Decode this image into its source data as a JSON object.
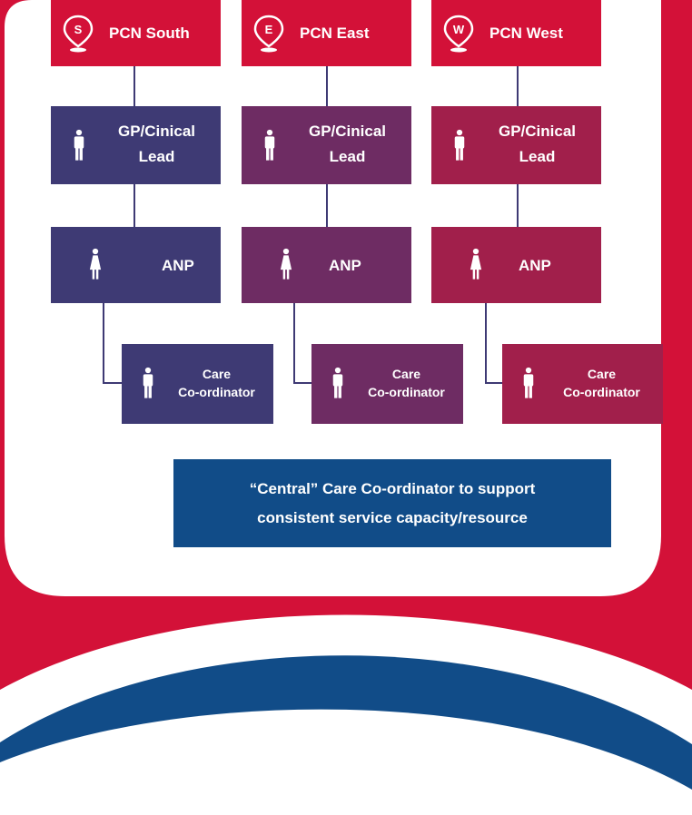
{
  "colors": {
    "red": "#d31138",
    "navy": "#114c88",
    "south": "#3e3a74",
    "east": "#6e2c63",
    "west": "#a11f4b",
    "connector": "#3e3a74",
    "panel": "#ffffff"
  },
  "pcns": [
    {
      "label": "PCN South",
      "pin_letter": "S"
    },
    {
      "label": "PCN East",
      "pin_letter": "E"
    },
    {
      "label": "PCN West",
      "pin_letter": "W"
    }
  ],
  "roles": {
    "gp_line1": "GP/Cinical",
    "gp_line2": "Lead",
    "anp": "ANP",
    "cc_line1": "Care",
    "cc_line2": "Co-ordinator"
  },
  "icons": {
    "pcn": "location-pin-icon",
    "gp": "male-person-icon",
    "anp": "female-person-icon",
    "cc": "male-person-icon"
  },
  "central": {
    "line1": "“Central” Care Co-ordinator to support",
    "line2": "consistent service capacity/resource"
  }
}
